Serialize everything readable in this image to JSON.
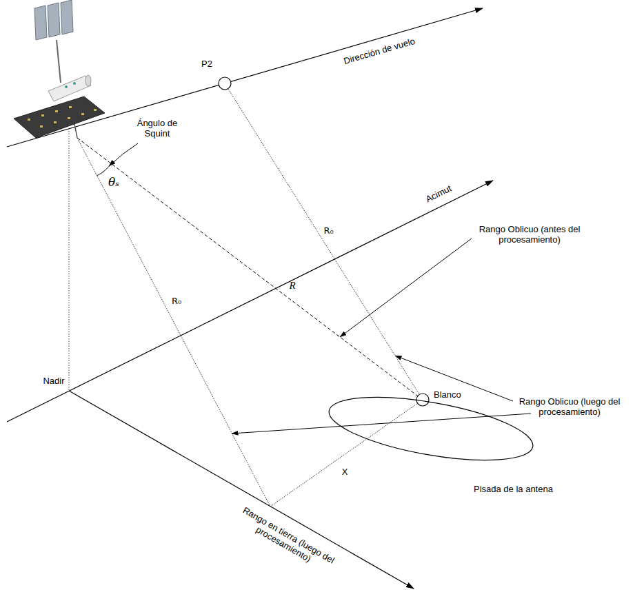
{
  "diagram": {
    "nodes": [
      {
        "text": [
          "P2"
        ]
      },
      {
        "text": [
          "Blanco"
        ]
      },
      {
        "text": [
          "Pisada de la antena"
        ]
      }
    ],
    "edges": [
      {
        "from": 0,
        "to": 1,
        "arrow": "none",
        "label": "R₀"
      }
    ],
    "labels": [
      "Dirección de vuelo",
      "Ángulo de Squint",
      "θₛ",
      "R",
      "Acimut",
      "R₀",
      "Rango Oblicuo (antes del procesamiento)",
      "Rango Oblicuo (luego del procesamiento)",
      "Nadir",
      "X",
      "Rango en tierra (luego del procesamiento)"
    ]
  }
}
